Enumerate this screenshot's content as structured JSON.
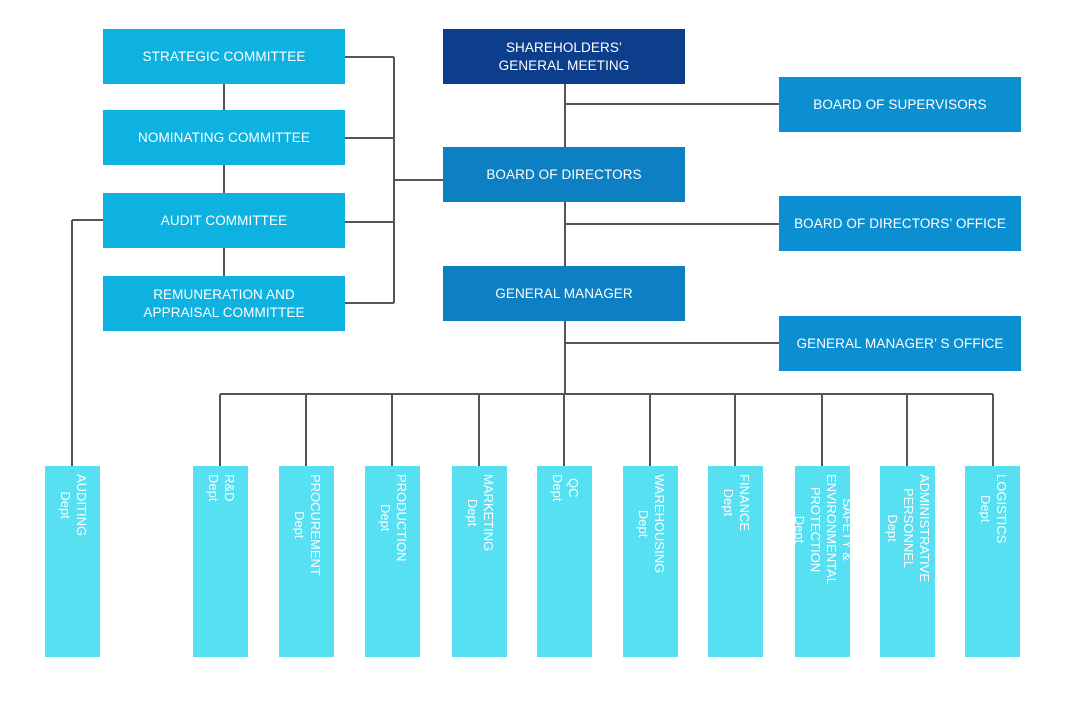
{
  "nodes": {
    "shareholders": "SHAREHOLDERS’\nGENERAL MEETING",
    "board_supervisors": "BOARD OF SUPERVISORS",
    "board_directors": "BOARD OF DIRECTORS",
    "board_directors_office": "BOARD OF DIRECTORS’   OFFICE",
    "general_manager": "GENERAL MANAGER",
    "general_manager_office": "GENERAL MANAGER’ S OFFICE",
    "strategic": "STRATEGIC COMMITTEE",
    "nominating": "NOMINATING COMMITTEE",
    "audit": "AUDIT COMMITTEE",
    "remuneration": "REMUNERATION AND\nAPPRAISAL COMMITTEE"
  },
  "departments": {
    "auditing": "AUDITING Dept",
    "rd": "R&D Dept",
    "procurement": "PROCUREMENT Dept",
    "production": "PRODUCTION Dept",
    "marketing": "MARKETING Dept",
    "qc": "QC Dept",
    "warehousing": "WAREHOUSING Dept",
    "finance": "FINANCE Dept",
    "safety": "SAFETY & ENVIRONMENTAL\nPROTECTION Dept",
    "admin": "ADMINISTRATIVE\nPERSONNEL Dept",
    "logistics": "LOGISTICS Dept"
  },
  "colors": {
    "dark_blue": "#0c3e8c",
    "main_blue": "#0c80c3",
    "committee_cyan": "#0db2e0",
    "dept_cyan": "#57dff2",
    "connector": "#555555"
  }
}
